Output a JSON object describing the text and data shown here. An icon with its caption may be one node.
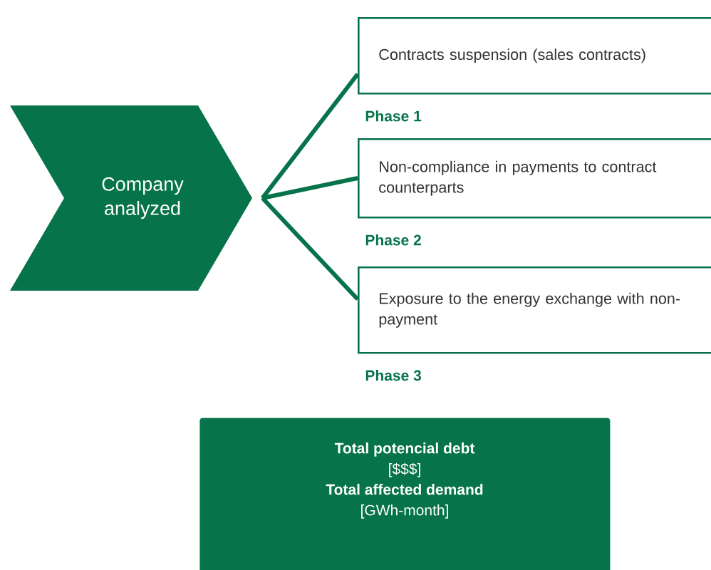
{
  "diagram": {
    "nodes": [
      {
        "text": [
          "Company analyzed"
        ]
      },
      {
        "text": [
          "Contracts suspension (sales contracts)"
        ],
        "beside": [
          "Phase 1"
        ]
      },
      {
        "text": [
          "Non-compliance in payments to contract counterparts"
        ],
        "beside": [
          "Phase 2"
        ]
      },
      {
        "text": [
          "Exposure to the energy exchange with non-payment"
        ],
        "beside": [
          "Phase 3"
        ]
      },
      {
        "text": [
          "Total potencial debt",
          "[$$$]",
          "Total affected demand",
          "[GWh-month]"
        ]
      }
    ],
    "edges": [
      {
        "from": 0,
        "to": 1,
        "arrow": "none"
      },
      {
        "from": 0,
        "to": 2,
        "arrow": "none"
      },
      {
        "from": 0,
        "to": 3,
        "arrow": "none"
      }
    ]
  }
}
